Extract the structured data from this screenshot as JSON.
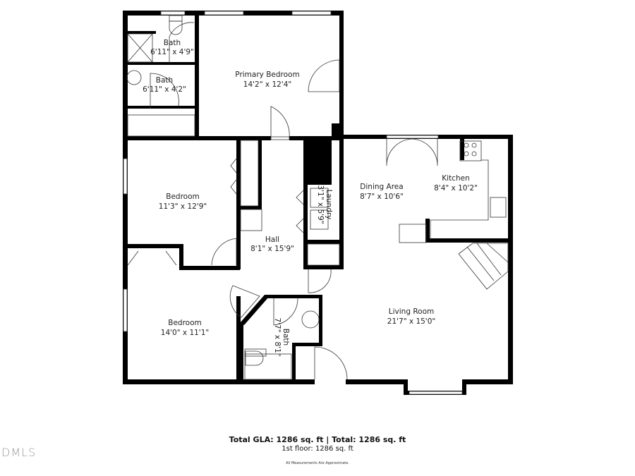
{
  "rooms": {
    "bath1": {
      "name": "Bath",
      "size": "6'11\" x 4'9\""
    },
    "bath2": {
      "name": "Bath",
      "size": "6'11\" x 4'2\""
    },
    "primary_bedroom": {
      "name": "Primary Bedroom",
      "size": "14'2\" x 12'4\""
    },
    "bedroom1": {
      "name": "Bedroom",
      "size": "11'3\" x 12'9\""
    },
    "bedroom2": {
      "name": "Bedroom",
      "size": "14'0\" x 11'1\""
    },
    "hall": {
      "name": "Hall",
      "size": "8'1\" x 15'9\""
    },
    "laundry": {
      "name": "Laundry",
      "size": "3'1\" x 5'9\""
    },
    "dining": {
      "name": "Dining Area",
      "size": "8'7\" x 10'6\""
    },
    "kitchen": {
      "name": "Kitchen",
      "size": "8'4\" x 10'2\""
    },
    "living": {
      "name": "Living Room",
      "size": "21'7\" x 15'0\""
    },
    "bath3": {
      "name": "Bath",
      "size": "7'7\" x 8'1\""
    }
  },
  "footer": {
    "totals": "Total GLA: 1286 sq. ft | Total: 1286 sq. ft",
    "floor": "1st floor: 1286 sq. ft",
    "disclaimer": "All Measurements Are Approximate."
  },
  "logo": "DMLS"
}
